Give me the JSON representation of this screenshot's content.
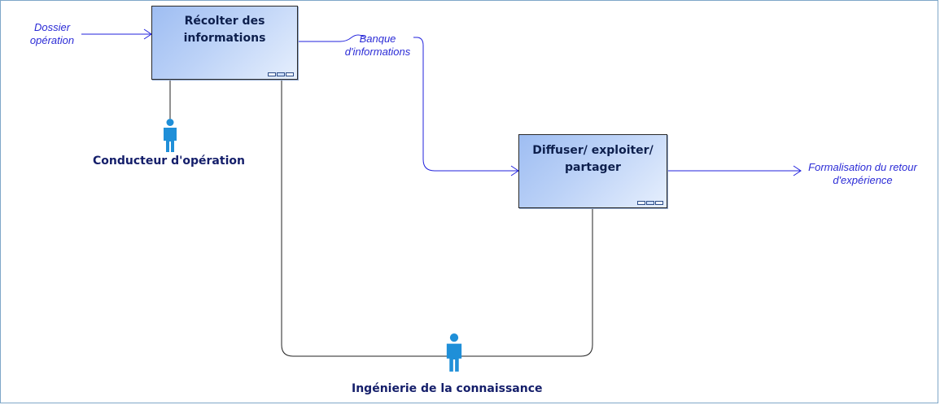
{
  "activities": {
    "recolter": "Récolter des\ninformations",
    "diffuser": "Diffuser/ exploiter/\npartager"
  },
  "flows": {
    "dossier": "Dossier\nopération",
    "banque": "Banque\nd'informations",
    "formalisation": "Formalisation du retour\nd'expérience"
  },
  "actors": {
    "conducteur": "Conducteur d'opération",
    "ingenierie": "Ingénierie de la connaissance"
  },
  "colors": {
    "flow_line": "#2222dd",
    "flow_text": "#2b2bd6",
    "actor_blue": "#1f8fd8",
    "actor_text": "#141e6a"
  },
  "icons": {
    "actor": "person-icon",
    "ports": "port-icon"
  }
}
